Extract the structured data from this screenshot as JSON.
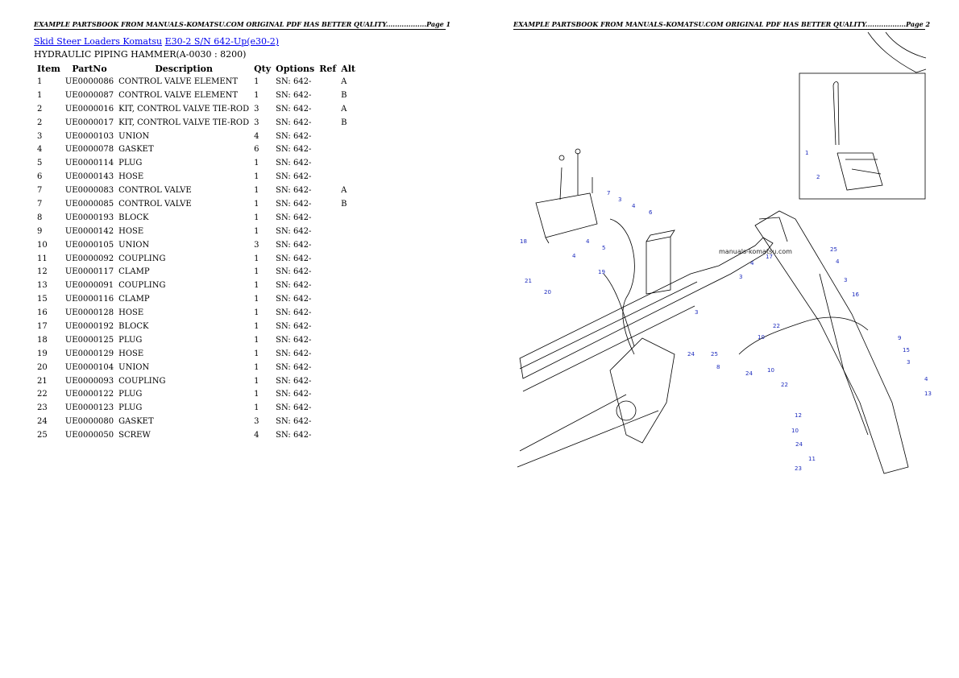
{
  "page1_header": "EXAMPLE PARTSBOOK FROM MANUALS-KOMATSU.COM ORIGINAL PDF HAS BETTER QUALITY..................Page 1",
  "page2_header": "EXAMPLE PARTSBOOK FROM MANUALS-KOMATSU.COM ORIGINAL PDF HAS BETTER QUALITY..................Page 2",
  "breadcrumb": {
    "link1": "Skid Steer Loaders Komatsu",
    "link2": "E30-2 S/N 642-Up(e30-2)"
  },
  "subtitle": "HYDRAULIC PIPING HAMMER(A-0030 : 8200)",
  "table": {
    "headers": [
      "Item",
      "PartNo",
      "Description",
      "Qty",
      "Options",
      "Ref",
      "Alt"
    ],
    "rows": [
      {
        "item": "1",
        "part": "UE0000086",
        "desc": "CONTROL VALVE ELEMENT",
        "qty": "1",
        "opt": "SN: 642-",
        "ref": "",
        "alt": "A"
      },
      {
        "item": "1",
        "part": "UE0000087",
        "desc": "CONTROL VALVE ELEMENT",
        "qty": "1",
        "opt": "SN: 642-",
        "ref": "",
        "alt": "B"
      },
      {
        "item": "2",
        "part": "UE0000016",
        "desc": "KIT, CONTROL VALVE TIE-ROD",
        "qty": "3",
        "opt": "SN: 642-",
        "ref": "",
        "alt": "A"
      },
      {
        "item": "2",
        "part": "UE0000017",
        "desc": "KIT, CONTROL VALVE TIE-ROD",
        "qty": "3",
        "opt": "SN: 642-",
        "ref": "",
        "alt": "B"
      },
      {
        "item": "3",
        "part": "UE0000103",
        "desc": "UNION",
        "qty": "4",
        "opt": "SN: 642-",
        "ref": "",
        "alt": ""
      },
      {
        "item": "4",
        "part": "UE0000078",
        "desc": "GASKET",
        "qty": "6",
        "opt": "SN: 642-",
        "ref": "",
        "alt": ""
      },
      {
        "item": "5",
        "part": "UE0000114",
        "desc": "PLUG",
        "qty": "1",
        "opt": "SN: 642-",
        "ref": "",
        "alt": ""
      },
      {
        "item": "6",
        "part": "UE0000143",
        "desc": "HOSE",
        "qty": "1",
        "opt": "SN: 642-",
        "ref": "",
        "alt": ""
      },
      {
        "item": "7",
        "part": "UE0000083",
        "desc": "CONTROL VALVE",
        "qty": "1",
        "opt": "SN: 642-",
        "ref": "",
        "alt": "A"
      },
      {
        "item": "7",
        "part": "UE0000085",
        "desc": "CONTROL VALVE",
        "qty": "1",
        "opt": "SN: 642-",
        "ref": "",
        "alt": "B"
      },
      {
        "item": "8",
        "part": "UE0000193",
        "desc": "BLOCK",
        "qty": "1",
        "opt": "SN: 642-",
        "ref": "",
        "alt": ""
      },
      {
        "item": "9",
        "part": "UE0000142",
        "desc": "HOSE",
        "qty": "1",
        "opt": "SN: 642-",
        "ref": "",
        "alt": ""
      },
      {
        "item": "10",
        "part": "UE0000105",
        "desc": "UNION",
        "qty": "3",
        "opt": "SN: 642-",
        "ref": "",
        "alt": ""
      },
      {
        "item": "11",
        "part": "UE0000092",
        "desc": "COUPLING",
        "qty": "1",
        "opt": "SN: 642-",
        "ref": "",
        "alt": ""
      },
      {
        "item": "12",
        "part": "UE0000117",
        "desc": "CLAMP",
        "qty": "1",
        "opt": "SN: 642-",
        "ref": "",
        "alt": ""
      },
      {
        "item": "13",
        "part": "UE0000091",
        "desc": "COUPLING",
        "qty": "1",
        "opt": "SN: 642-",
        "ref": "",
        "alt": ""
      },
      {
        "item": "15",
        "part": "UE0000116",
        "desc": "CLAMP",
        "qty": "1",
        "opt": "SN: 642-",
        "ref": "",
        "alt": ""
      },
      {
        "item": "16",
        "part": "UE0000128",
        "desc": "HOSE",
        "qty": "1",
        "opt": "SN: 642-",
        "ref": "",
        "alt": ""
      },
      {
        "item": "17",
        "part": "UE0000192",
        "desc": "BLOCK",
        "qty": "1",
        "opt": "SN: 642-",
        "ref": "",
        "alt": ""
      },
      {
        "item": "18",
        "part": "UE0000125",
        "desc": "PLUG",
        "qty": "1",
        "opt": "SN: 642-",
        "ref": "",
        "alt": ""
      },
      {
        "item": "19",
        "part": "UE0000129",
        "desc": "HOSE",
        "qty": "1",
        "opt": "SN: 642-",
        "ref": "",
        "alt": ""
      },
      {
        "item": "20",
        "part": "UE0000104",
        "desc": "UNION",
        "qty": "1",
        "opt": "SN: 642-",
        "ref": "",
        "alt": ""
      },
      {
        "item": "21",
        "part": "UE0000093",
        "desc": "COUPLING",
        "qty": "1",
        "opt": "SN: 642-",
        "ref": "",
        "alt": ""
      },
      {
        "item": "22",
        "part": "UE0000122",
        "desc": "PLUG",
        "qty": "1",
        "opt": "SN: 642-",
        "ref": "",
        "alt": ""
      },
      {
        "item": "23",
        "part": "UE0000123",
        "desc": "PLUG",
        "qty": "1",
        "opt": "SN: 642-",
        "ref": "",
        "alt": ""
      },
      {
        "item": "24",
        "part": "UE0000080",
        "desc": "GASKET",
        "qty": "3",
        "opt": "SN: 642-",
        "ref": "",
        "alt": ""
      },
      {
        "item": "25",
        "part": "UE0000050",
        "desc": "SCREW",
        "qty": "4",
        "opt": "SN: 642-",
        "ref": "",
        "alt": ""
      }
    ]
  },
  "diagram": {
    "watermark": "manuals-komatsu.com",
    "callouts": [
      "1",
      "2",
      "7",
      "3",
      "4",
      "6",
      "4",
      "5",
      "18",
      "4",
      "19",
      "21",
      "20",
      "25",
      "17",
      "4",
      "4",
      "3",
      "3",
      "16",
      "3",
      "22",
      "10",
      "24",
      "25",
      "8",
      "24",
      "10",
      "9",
      "15",
      "3",
      "4",
      "13",
      "22",
      "12",
      "10",
      "24",
      "11",
      "23"
    ]
  }
}
